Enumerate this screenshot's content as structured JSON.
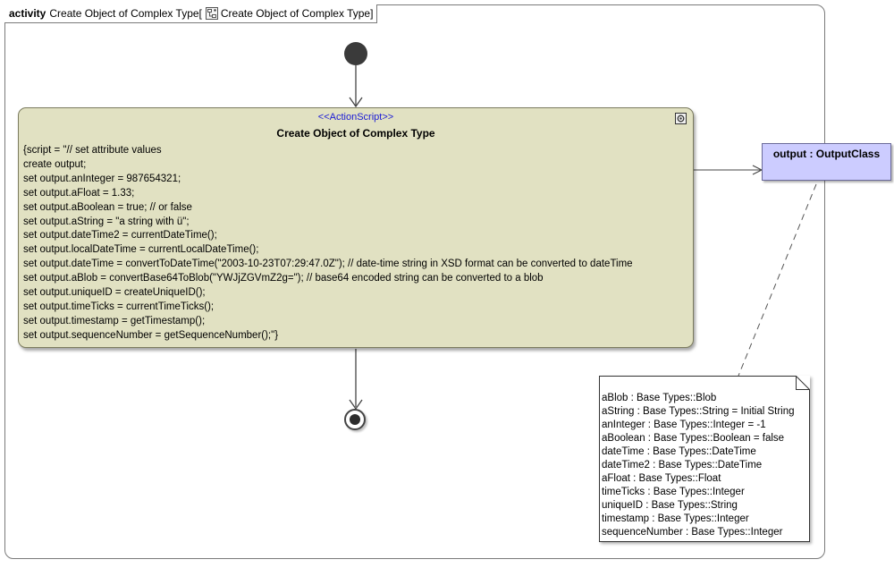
{
  "frame": {
    "keyword": "activity",
    "name": "Create Object of Complex Type[",
    "diagram_ref": "Create Object of Complex Type",
    "close_bracket": "]",
    "icon": "activity-diagram-icon"
  },
  "action": {
    "stereotype": "<<ActionScript>>",
    "name": "Create Object of Complex Type",
    "icon": "action-settings-icon",
    "script_lines": [
      "{script = \"// set attribute values",
      "create output;",
      "set output.anInteger = 987654321;",
      "set output.aFloat = 1.33;",
      "set output.aBoolean = true; // or false",
      "set output.aString = \"a string with ü\";",
      "set output.dateTime2 = currentDateTime();",
      "set output.localDateTime = currentLocalDateTime();",
      "set output.dateTime = convertToDateTime(\"2003-10-23T07:29:47.0Z\"); // date-time string in XSD format can be converted to dateTime",
      "set output.aBlob = convertBase64ToBlob(\"YWJjZGVmZ2g=\"); // base64 encoded string can be converted to a blob",
      "set output.uniqueID = createUniqueID();",
      "set output.timeTicks = currentTimeTicks();",
      "set output.timestamp = getTimestamp();",
      "set output.sequenceNumber = getSequenceNumber();\"}"
    ]
  },
  "output_node": {
    "label": "output : OutputClass"
  },
  "note": {
    "lines": [
      "aBlob : Base Types::Blob",
      "aString : Base Types::String = Initial String",
      "anInteger : Base Types::Integer = -1",
      "aBoolean : Base Types::Boolean = false",
      "dateTime : Base Types::DateTime",
      "dateTime2 : Base Types::DateTime",
      "aFloat : Base Types::Float",
      "timeTicks : Base Types::Integer",
      "uniqueID : Base Types::String",
      "timestamp : Base Types::Integer",
      "sequenceNumber : Base Types::Integer"
    ]
  },
  "colors": {
    "action_fill": "#e1e1c2",
    "object_fill": "#ccccff",
    "stereotype_text": "#1a1ad6",
    "initial_node": "#3a3a3a"
  }
}
